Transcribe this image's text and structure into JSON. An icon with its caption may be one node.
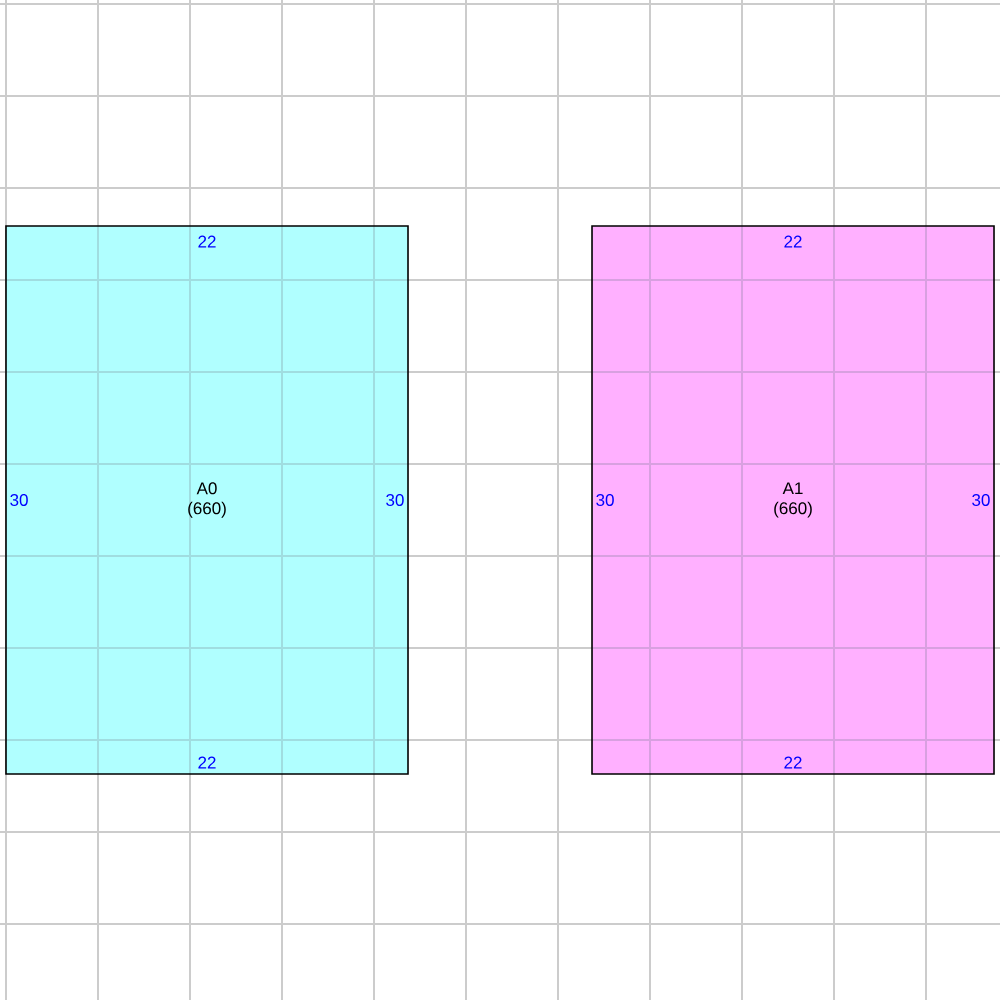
{
  "diagram": {
    "nodes": [
      {
        "text": [
          "22",
          "30",
          "A0 (660)",
          "30",
          "22"
        ]
      },
      {
        "text": [
          "22",
          "30",
          "A1 (660)",
          "30",
          "22"
        ]
      }
    ]
  }
}
